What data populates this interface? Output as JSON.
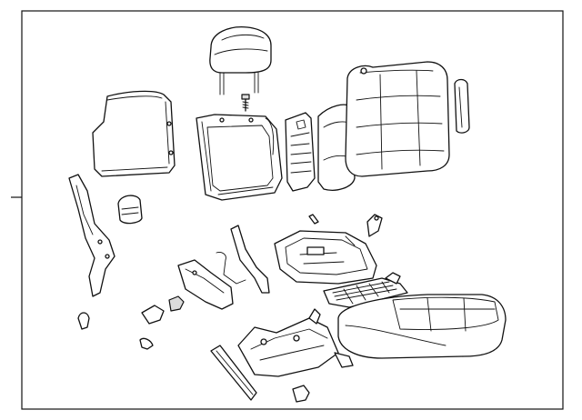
{
  "colors": {
    "line": "#111111",
    "background": "#ffffff",
    "shade": "#dcdcdc"
  },
  "parts": [
    {
      "name": "headrest",
      "icon": "headrest-icon"
    },
    {
      "name": "headrest-screw",
      "icon": "screw-icon"
    },
    {
      "name": "seat-back-panel",
      "icon": "back-panel-icon"
    },
    {
      "name": "seat-back-frame",
      "icon": "back-frame-icon"
    },
    {
      "name": "lumbar-support",
      "icon": "lumbar-icon"
    },
    {
      "name": "seat-back-pad",
      "icon": "back-pad-icon"
    },
    {
      "name": "seat-back-cover",
      "icon": "back-cover-icon"
    },
    {
      "name": "armrest",
      "icon": "armrest-icon"
    },
    {
      "name": "side-trim-bracket",
      "icon": "bracket-icon"
    },
    {
      "name": "recliner-knob",
      "icon": "knob-icon"
    },
    {
      "name": "seat-cushion-frame",
      "icon": "cushion-frame-icon"
    },
    {
      "name": "seat-spring",
      "icon": "spring-icon"
    },
    {
      "name": "seat-cushion",
      "icon": "cushion-icon"
    },
    {
      "name": "side-shield",
      "icon": "side-shield-icon"
    },
    {
      "name": "seat-adjuster",
      "icon": "adjuster-icon"
    },
    {
      "name": "seat-track",
      "icon": "track-icon"
    },
    {
      "name": "clips",
      "icon": "clip-icon"
    }
  ]
}
